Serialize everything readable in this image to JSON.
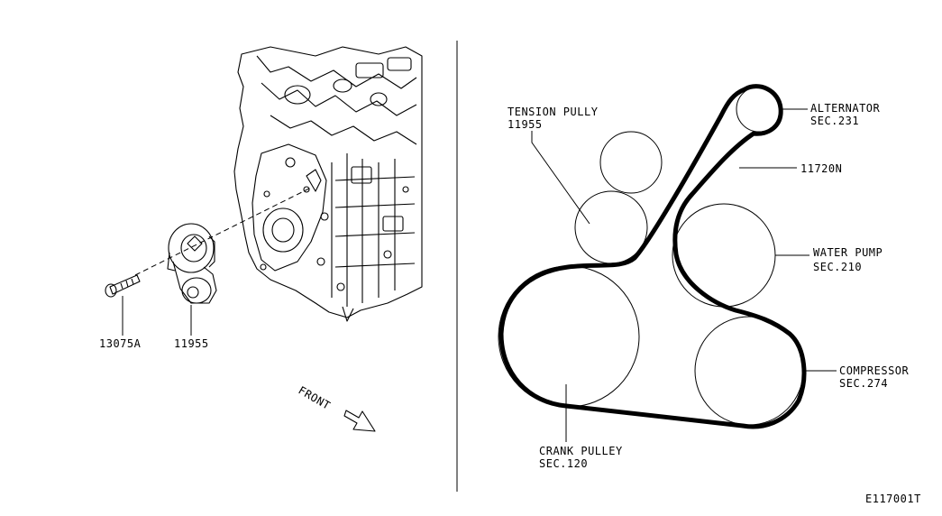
{
  "left_panel": {
    "callout_bolt": "13075A",
    "callout_tensioner": "11955",
    "front_label": "FRONT"
  },
  "right_panel": {
    "tension_pulley_label": "TENSION PULLY",
    "tension_pulley_part": "11955",
    "alternator_label": "ALTERNATOR",
    "alternator_sec": "SEC.231",
    "belt_part": "11720N",
    "water_pump_label": "WATER PUMP",
    "water_pump_sec": "SEC.210",
    "compressor_label": "COMPRESSOR",
    "compressor_sec": "SEC.274",
    "crank_pulley_label": "CRANK PULLEY",
    "crank_pulley_sec": "SEC.120"
  },
  "diagram_code": "E117001T"
}
